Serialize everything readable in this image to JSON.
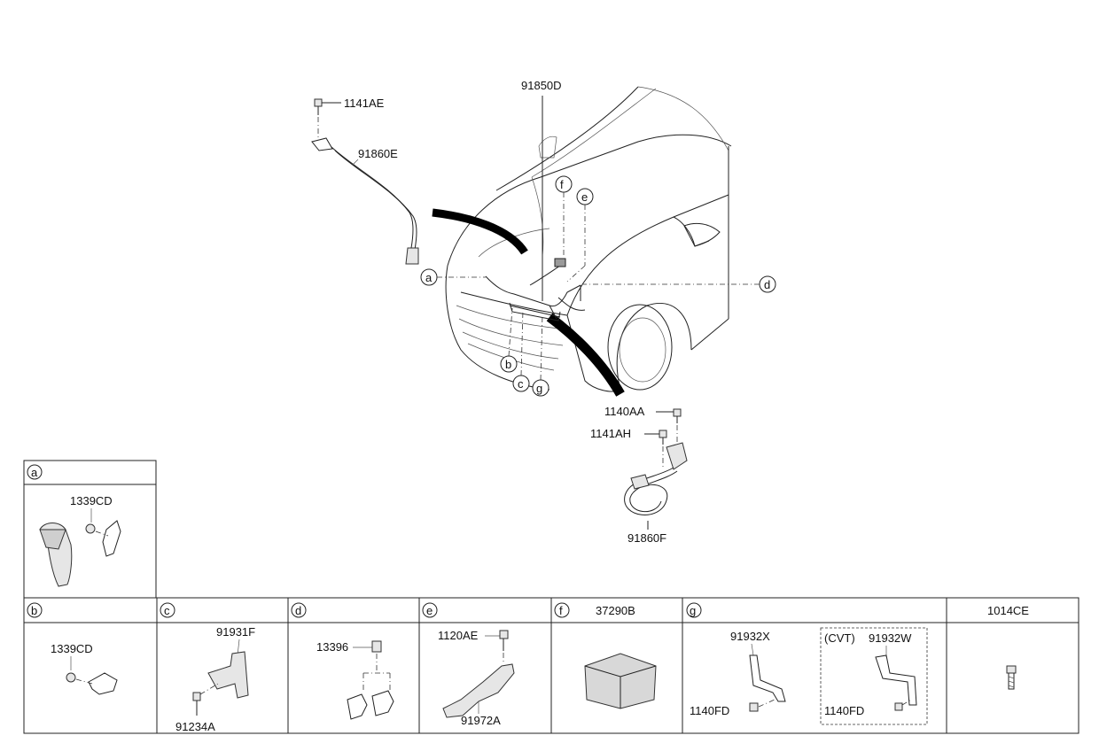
{
  "main": {
    "labels": {
      "harness_main": "91850D",
      "bolt_top": "1141AE",
      "cable_upper": "91860E",
      "bolt_aa": "1140AA",
      "bolt_ah": "1141AH",
      "cable_lower": "91860F"
    },
    "callouts": [
      "a",
      "b",
      "c",
      "d",
      "e",
      "f",
      "g"
    ]
  },
  "panel_a": {
    "letter": "a",
    "part": "1339CD"
  },
  "bottom_panels": [
    {
      "letter": "b",
      "parts": [
        "1339CD"
      ]
    },
    {
      "letter": "c",
      "parts": [
        "91931F",
        "91234A"
      ]
    },
    {
      "letter": "d",
      "parts": [
        "13396"
      ]
    },
    {
      "letter": "e",
      "parts": [
        "1120AE",
        "91972A"
      ]
    },
    {
      "letter": "f",
      "header_part": "37290B"
    },
    {
      "letter": "g",
      "parts": [
        "91932X",
        "1140FD"
      ],
      "cvt_label": "(CVT)",
      "cvt_parts": [
        "91932W",
        "1140FD"
      ]
    },
    {
      "header_part": "1014CE"
    }
  ]
}
